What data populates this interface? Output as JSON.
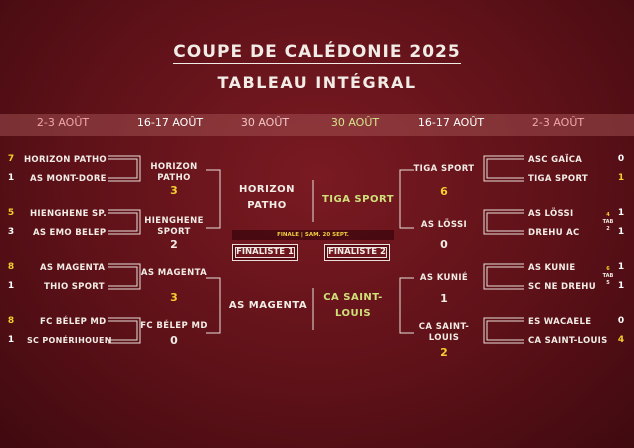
{
  "title": "COUPE DE CALÉDONIE 2025",
  "subtitle": "TABLEAU INTÉGRAL",
  "dates": [
    "2-3 AOÛT",
    "16-17 AOÛT",
    "30 AOÛT",
    "30 AOÛT",
    "16-17 AOÛT",
    "2-3 AOÛT"
  ],
  "left_r1": [
    {
      "seed": "7",
      "team": "HORIZON PATHO"
    },
    {
      "seed": "1",
      "team": "AS MONT-DORE"
    },
    {
      "seed": "5",
      "team": "HIENGHENE SP."
    },
    {
      "seed": "3",
      "team": "AS EMO BELEP"
    },
    {
      "seed": "8",
      "team": "AS MAGENTA"
    },
    {
      "seed": "1",
      "team": "THIO SPORT"
    },
    {
      "seed": "8",
      "team": "FC BÉLEP MD"
    },
    {
      "seed": "1",
      "team": "SC PONÉRIHOUEN"
    }
  ],
  "left_r2": [
    {
      "team": "HORIZON PATHO",
      "score": "3"
    },
    {
      "team": "HIENGHENE SPORT",
      "score": "2"
    },
    {
      "team": "AS MAGENTA",
      "score": "3"
    },
    {
      "team": "FC BÉLEP MD",
      "score": "0"
    }
  ],
  "left_semi": [
    "HORIZON PATHO",
    "AS MAGENTA"
  ],
  "right_semi": [
    "TIGA SPORT",
    "CA SAINT-LOUIS"
  ],
  "right_r2": [
    {
      "team": "TIGA SPORT",
      "score": "6"
    },
    {
      "team": "AS LÖSSI",
      "score": "0"
    },
    {
      "team": "AS KUNIÉ",
      "score": "1"
    },
    {
      "team": "CA SAINT-LOUIS",
      "score": "2"
    }
  ],
  "right_r1": [
    {
      "team": "ASC GAÏCA",
      "score": "0"
    },
    {
      "team": "TIGA SPORT",
      "score": "1"
    },
    {
      "team": "AS LÖSSI",
      "score": "1",
      "pen": "4"
    },
    {
      "team": "DREHU AC",
      "score": "1",
      "pen": "2"
    },
    {
      "team": "AS KUNIE",
      "score": "1",
      "pen": "6"
    },
    {
      "team": "SC NE DREHU",
      "score": "1",
      "pen": "5"
    },
    {
      "team": "ES WACAELE",
      "score": "0"
    },
    {
      "team": "CA SAINT-LOUIS",
      "score": "4"
    }
  ],
  "tab_label": "TAB",
  "finale_info": "FINALE | SAM. 20 SEPT.",
  "finalist1": "FINALISTE 1",
  "finalist2": "FINALISTE 2",
  "colors": {
    "background": "#5e1118",
    "accent_yellow": "#f4cf2e",
    "accent_green": "#cfe07a"
  }
}
